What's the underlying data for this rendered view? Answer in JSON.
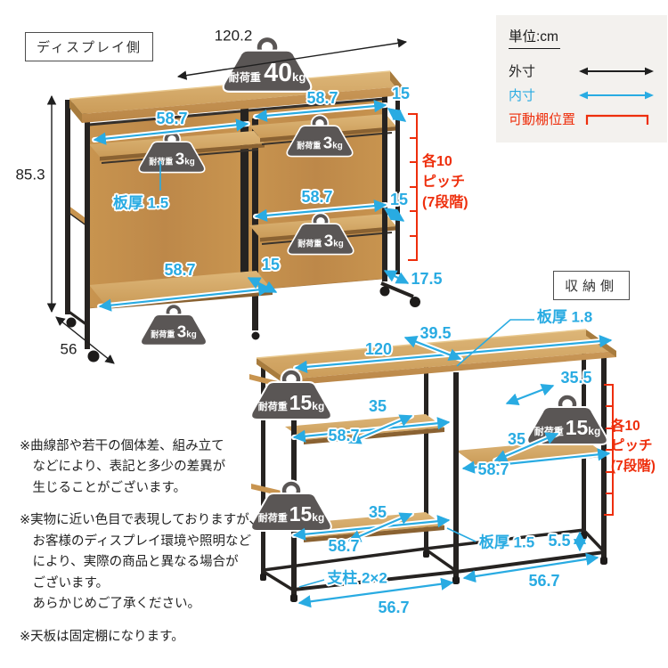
{
  "legend": {
    "unit": "単位:cm",
    "outer": "外寸",
    "inner": "内寸",
    "movable": "可動棚位置"
  },
  "display": {
    "title": "ディスプレイ側",
    "overall_width": "120.2",
    "overall_height": "85.3",
    "overall_depth": "56",
    "caster_depth": "17.5",
    "shelf_width": "58.7",
    "shelf_depth": "15",
    "board_thickness": "板厚 1.5",
    "pitch": "各10\nピッチ\n(7段階)"
  },
  "storage": {
    "title": "収納側",
    "top_width": "120",
    "top_depth": "39.5",
    "top_thickness": "板厚 1.8",
    "under_top_depth": "35.5",
    "shelf_width": "58.7",
    "shelf_depth": "35",
    "board_thickness": "板厚 1.5",
    "rail_height": "5.5",
    "post_size": "支柱 2×2",
    "bay_inner_width": "56.7",
    "pitch": "各10\nピッチ\n(7段階)"
  },
  "badges": {
    "prefix": "耐荷重",
    "unit": "kg",
    "top_load": "40",
    "display_load": "3",
    "storage_load": "15"
  },
  "notes": [
    "※曲線部や若干の個体差、組み立て\n　などにより、表記と多少の差異が\n　生じることがございます。",
    "※実物に近い色目で表現しておりますが、\n　お客様のディスプレイ環境や照明など\n　により、実際の商品と異なる場合が\n　ございます。\n　あらかじめご了承ください。",
    "※天板は固定棚になります。"
  ],
  "colors": {
    "dimension_blue": "#29abe2",
    "movable_shelf_red": "#ee2e0c",
    "outer_dim_black": "#1f1f1f",
    "wood_light": "#d9b173",
    "wood": "#c8944f",
    "frame_black": "#262321",
    "badge_gray": "#5a5655",
    "legend_bg": "#f3f1ee"
  }
}
